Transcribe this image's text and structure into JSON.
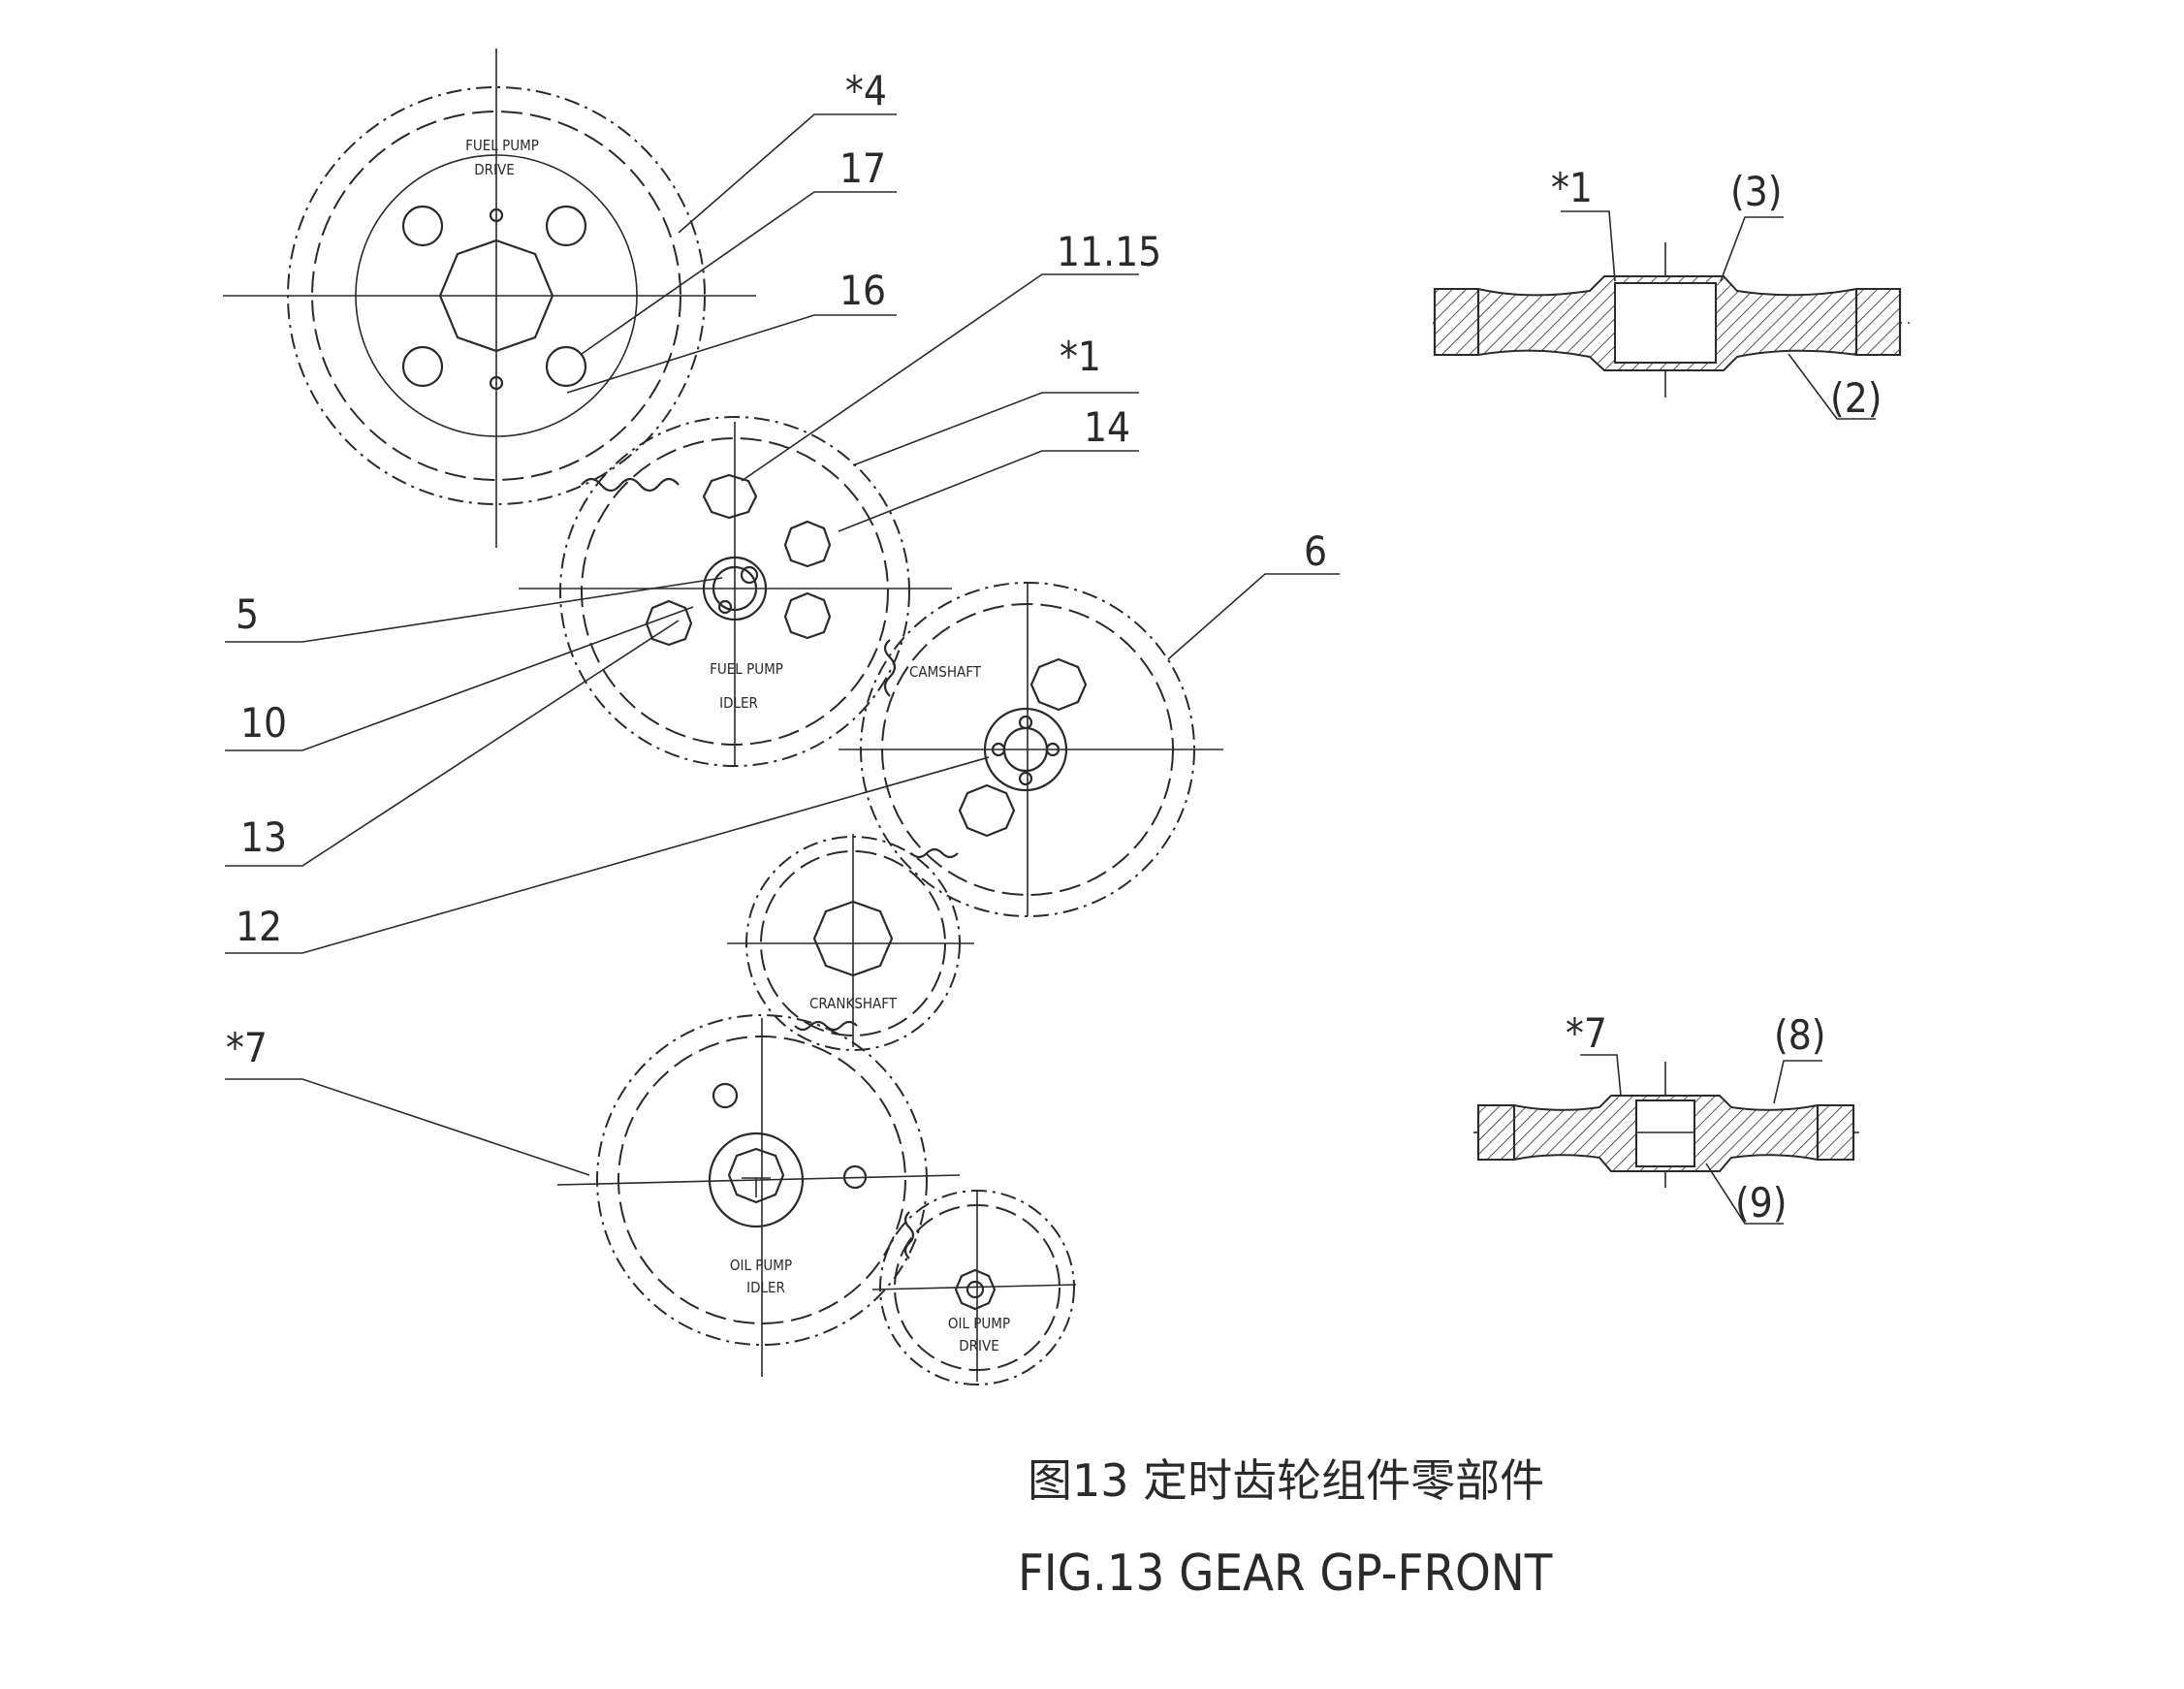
{
  "caption": {
    "chinese": "图13  定时齿轮组件零部件",
    "english": "FIG.13  GEAR GP-FRONT"
  },
  "gears": {
    "fuel_pump_drive": [
      "FUEL PUMP",
      "DRIVE"
    ],
    "fuel_pump_idler": [
      "FUEL PUMP",
      "IDLER"
    ],
    "camshaft": "CAMSHAFT",
    "crankshaft": "CRANKSHAFT",
    "oil_pump_idler": [
      "OIL PUMP",
      "IDLER"
    ],
    "oil_pump_drive": [
      "OIL PUMP",
      "DRIVE"
    ]
  },
  "callouts": {
    "c4": "*4",
    "c17": "17",
    "c16": "16",
    "c11_15": "11.15",
    "c1": "*1",
    "c14": "14",
    "c6": "6",
    "c5": "5",
    "c10": "10",
    "c13": "13",
    "c12": "12",
    "c7": "*7"
  },
  "section_views": {
    "upper": {
      "c1": "*1",
      "c3": "(3)",
      "c2": "(2)"
    },
    "lower": {
      "c7": "*7",
      "c8": "(8)",
      "c9": "(9)"
    }
  }
}
